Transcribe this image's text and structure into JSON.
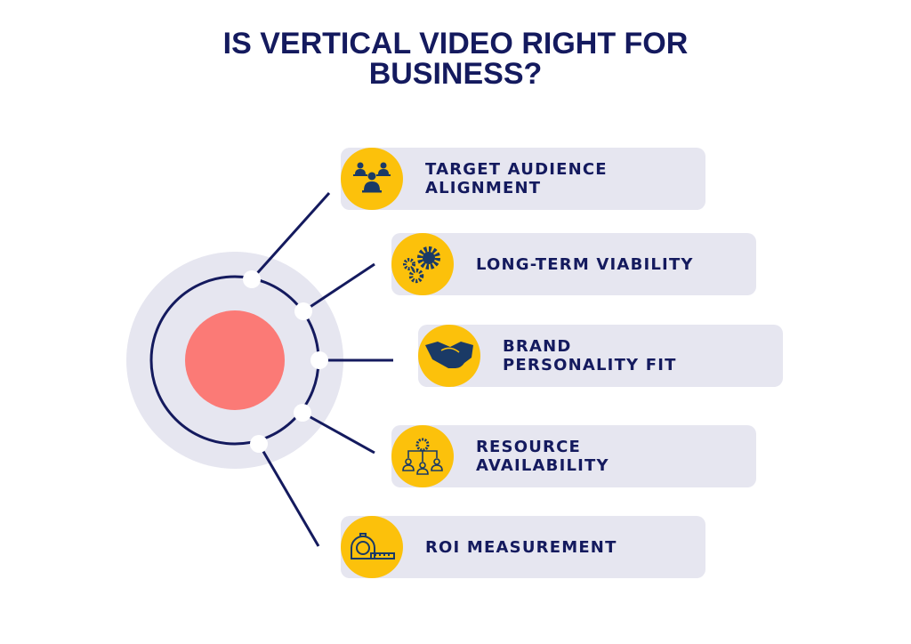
{
  "title": {
    "line1": "IS VERTICAL VIDEO RIGHT FOR",
    "line2": "BUSINESS?"
  },
  "colors": {
    "navy": "#141a5e",
    "yellow": "#fcc10b",
    "card": "#e6e6f0",
    "core": "#fb7a76",
    "ring": "#e6e6f0"
  },
  "items": [
    {
      "label": "TARGET AUDIENCE ALIGNMENT",
      "icon": "audience-icon"
    },
    {
      "label": "LONG-TERM VIABILITY",
      "icon": "gears-icon"
    },
    {
      "label": "BRAND PERSONALITY FIT",
      "icon": "handshake-icon"
    },
    {
      "label": "RESOURCE AVAILABILITY",
      "icon": "resource-network-icon"
    },
    {
      "label": "ROI MEASUREMENT",
      "icon": "tape-measure-icon"
    }
  ]
}
